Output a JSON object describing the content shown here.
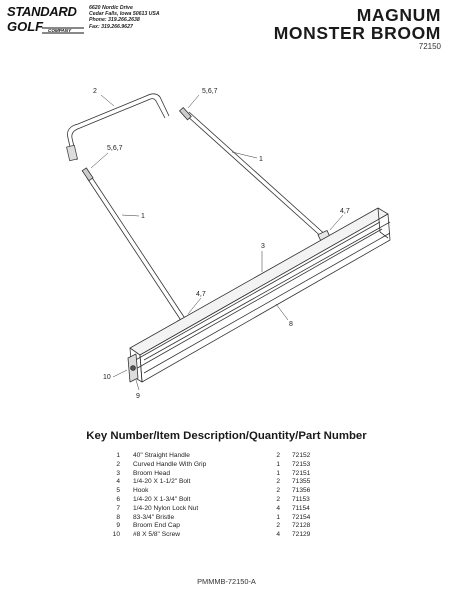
{
  "company": {
    "logo_line1": "STANDARD",
    "logo_line2": "GOLF",
    "logo_tag": "COMPANY",
    "address1": "6620 Nordic Drive",
    "address2": "Cedar Falls, Iowa 50613 USA",
    "phone": "Phone: 319.266.2638",
    "fax": "Fax: 319.266.9627"
  },
  "product": {
    "title_line1": "MAGNUM",
    "title_line2": "MONSTER BROOM",
    "part_number": "72150"
  },
  "diagram_callouts": [
    "2",
    "5,6,7",
    "5,6,7",
    "1",
    "1",
    "4,7",
    "3",
    "4,7",
    "8",
    "10",
    "9"
  ],
  "parts_table": {
    "header": "Key Number/Item Description/Quantity/Part Number",
    "rows": [
      {
        "key": "1",
        "description": "40\" Straight Handle",
        "qty": "2",
        "part": "72152"
      },
      {
        "key": "2",
        "description": "Curved Handle With Grip",
        "qty": "1",
        "part": "72153"
      },
      {
        "key": "3",
        "description": "Broom Head",
        "qty": "1",
        "part": "72151"
      },
      {
        "key": "4",
        "description": "1/4-20 X 1-1/2\" Bolt",
        "qty": "2",
        "part": "71355"
      },
      {
        "key": "5",
        "description": "Hook",
        "qty": "2",
        "part": "71356"
      },
      {
        "key": "6",
        "description": "1/4-20 X 1-3/4\" Bolt",
        "qty": "2",
        "part": "71153"
      },
      {
        "key": "7",
        "description": "1/4-20 Nylon Lock Nut",
        "qty": "4",
        "part": "71154"
      },
      {
        "key": "8",
        "description": "83-3/4\" Bristle",
        "qty": "1",
        "part": "72154"
      },
      {
        "key": "9",
        "description": "Broom End Cap",
        "qty": "2",
        "part": "72128"
      },
      {
        "key": "10",
        "description": "#8 X 5/8\" Screw",
        "qty": "4",
        "part": "72129"
      }
    ]
  },
  "footer": {
    "code": "PMMMB-72150-A"
  }
}
